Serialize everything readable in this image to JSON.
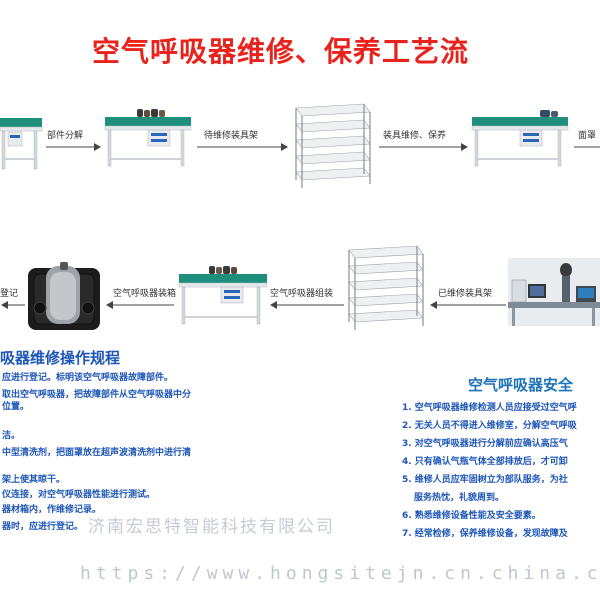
{
  "title": "空气呼吸器维修、保养工艺流",
  "flow": {
    "row1_labels": [
      "部件分解",
      "待维修装具架",
      "装具维修、保养",
      "面罩"
    ],
    "row2_labels": [
      "登记",
      "空气呼吸器装箱",
      "空气呼吸器组装",
      "已维修装具架"
    ]
  },
  "left_section": {
    "heading": "吸器维修操作规程",
    "lines": [
      "应进行登记。标明该空气呼吸器故障部件。",
      "取出空气呼吸器，把故障部件从空气呼吸器中分",
      "位置。",
      "",
      "洁。",
      "中型清洗剂，把面罩放在超声波清洗剂中进行清",
      "",
      "架上使其晾干。",
      "仪连接，对空气呼吸器性能进行测试。",
      "器材箱内，作维修记录。",
      "器时，应进行登记。"
    ]
  },
  "right_section": {
    "heading": "空气呼吸器安全",
    "items": [
      {
        "n": "1.",
        "text": "空气呼吸器维修检测人员应接受过空气呼"
      },
      {
        "n": "2.",
        "text": "无关人员不得进入维修室，分解空气呼吸"
      },
      {
        "n": "3.",
        "text": "对空气呼吸器进行分解前应确认高压气"
      },
      {
        "n": "4.",
        "text": "只有确认气瓶气体全部排放后，才可卸"
      },
      {
        "n": "5.",
        "text": "维修人员应牢固树立为部队服务，为社"
      },
      {
        "n": "",
        "text": "服务热忱，礼貌周到。"
      },
      {
        "n": "6.",
        "text": "熟悉维修设备性能及安全要素。"
      },
      {
        "n": "7.",
        "text": "经常检修，保养维修设备，发现故障及"
      }
    ]
  },
  "watermark": {
    "company": "济南宏思特智能科技有限公司",
    "url": "https://www.hongsitejn.cn.china.cn"
  },
  "colors": {
    "title": "#e8231e",
    "heading_blue": "#1e56b7",
    "bench_top": "#1e8f7a",
    "frame": "#c8cdd3"
  }
}
